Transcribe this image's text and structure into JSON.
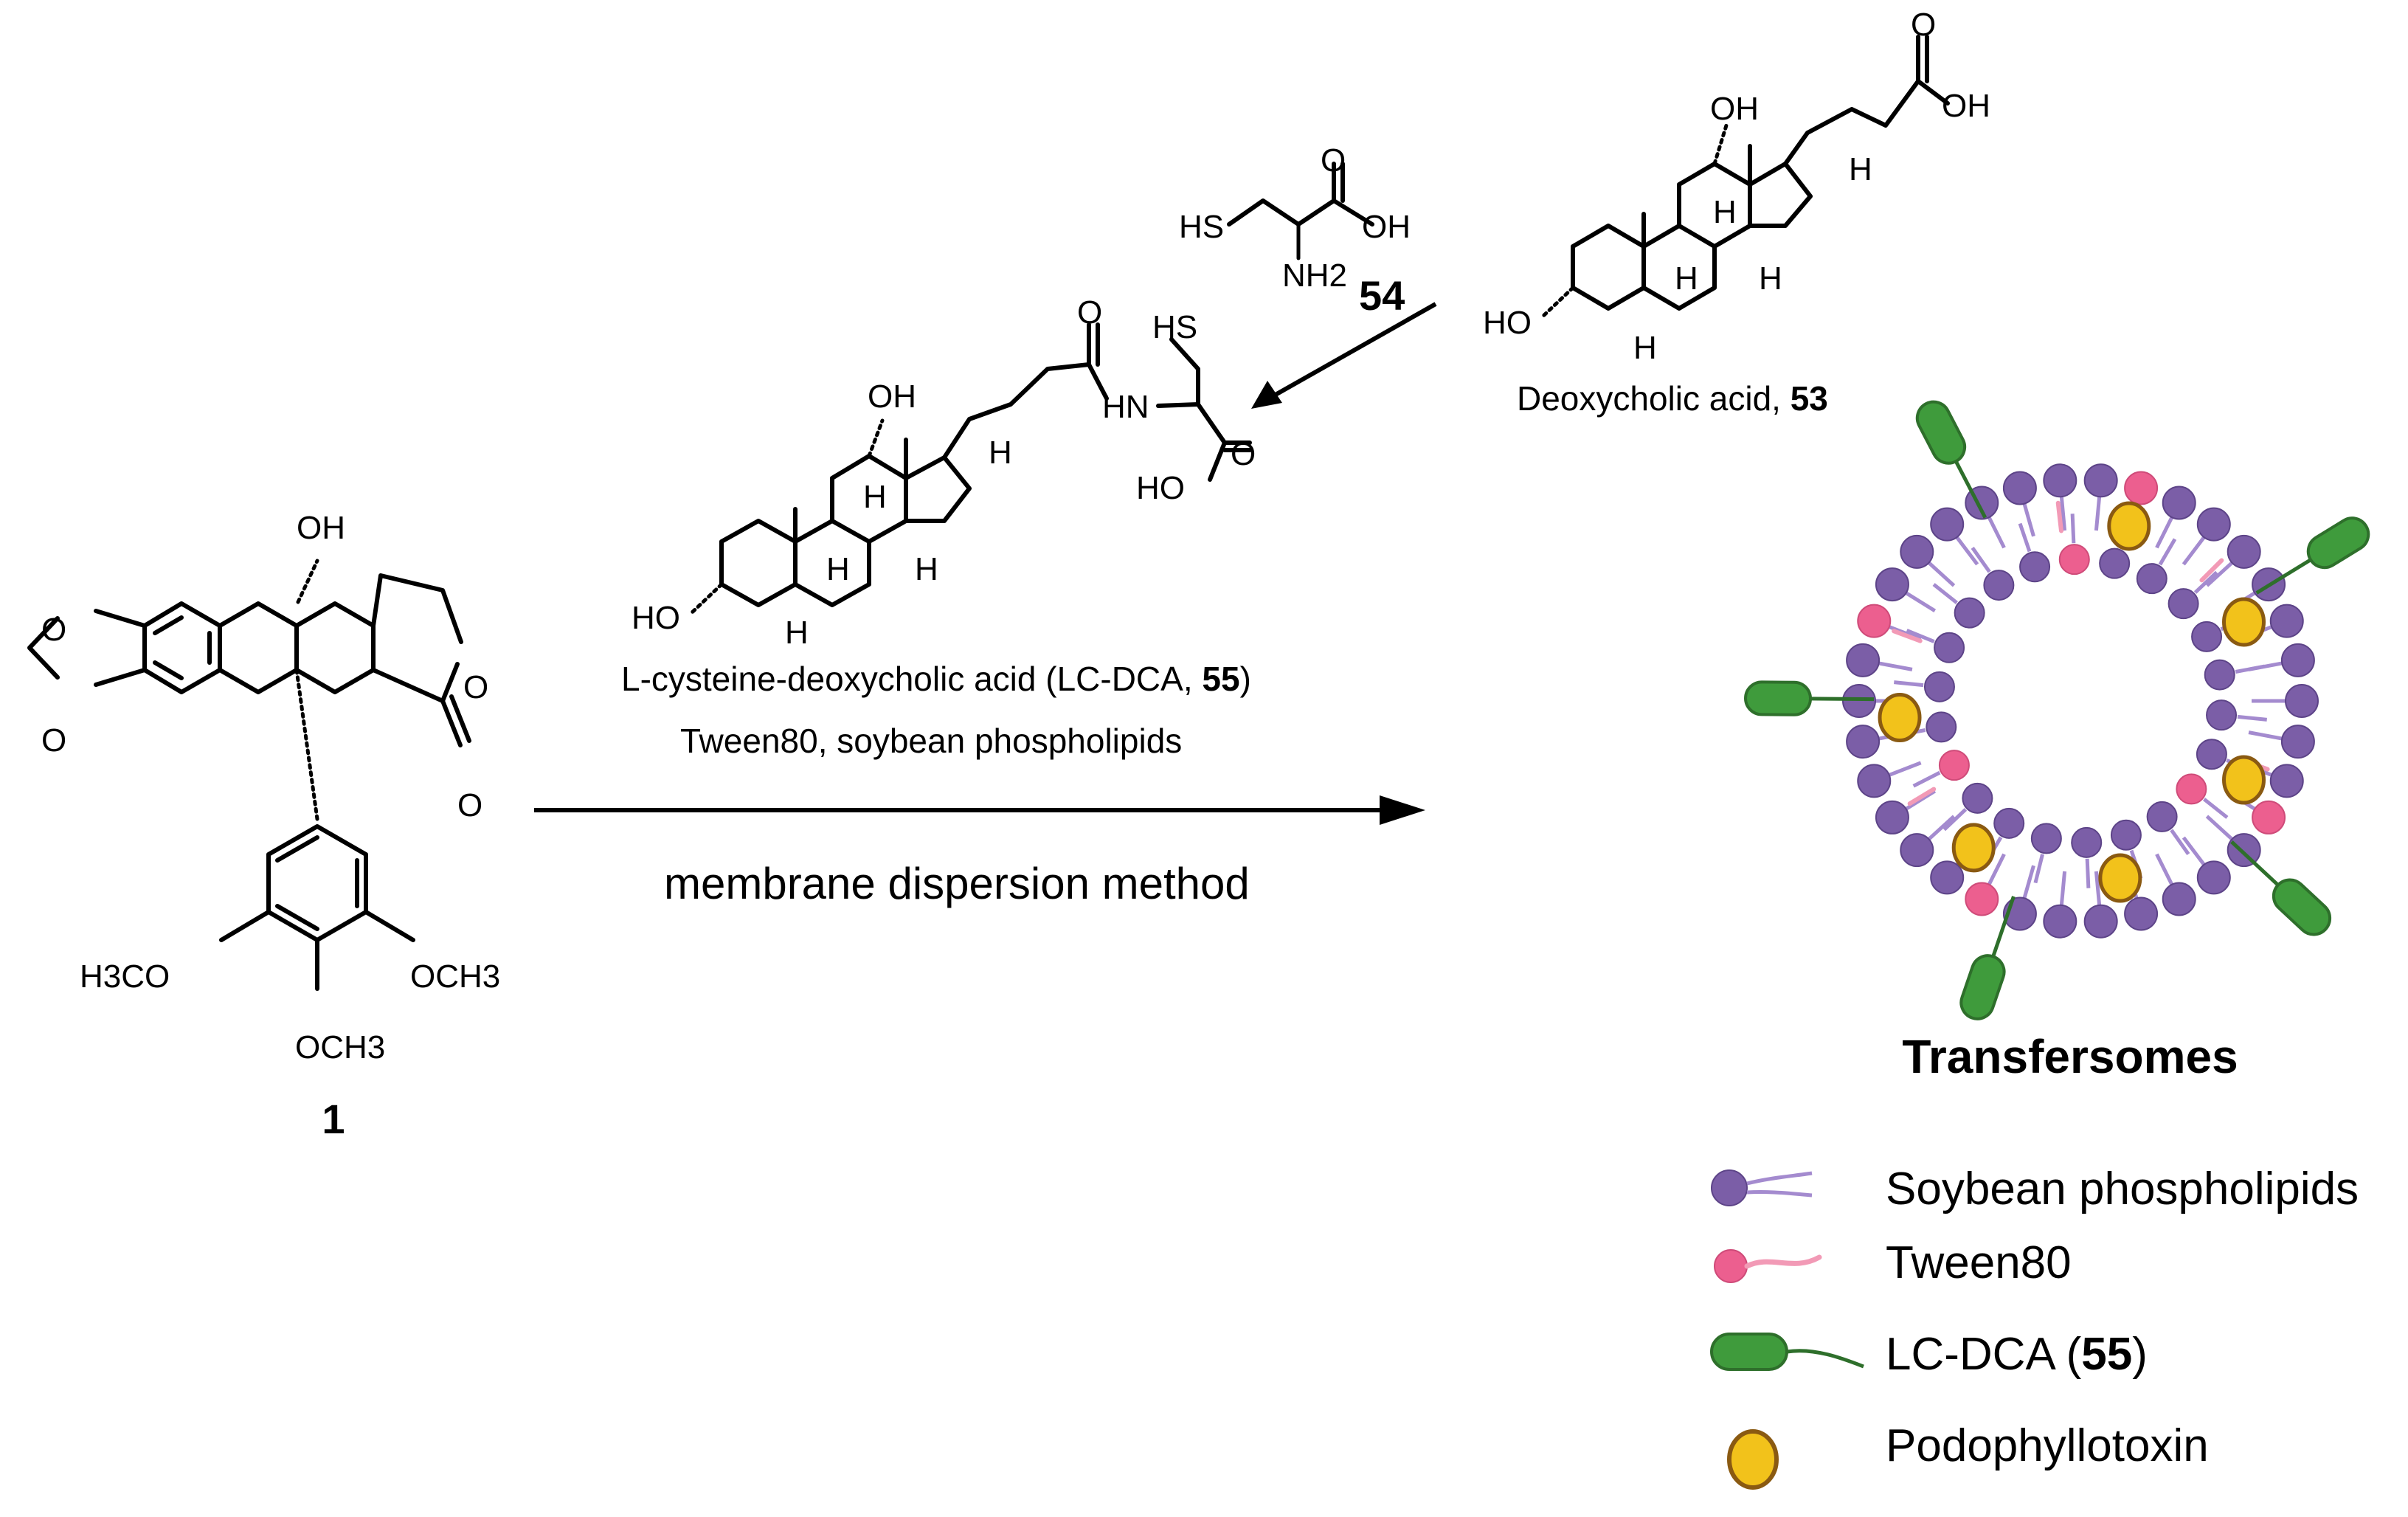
{
  "compounds": {
    "podophyllotoxin": {
      "number": "1",
      "labels": {
        "oh": "OH",
        "o_top": "O",
        "o_bot": "O",
        "o_ring": "O",
        "o_carbonyl": "O",
        "h3co": "H3CO",
        "och3_right": "OCH3",
        "och3_bottom": "OCH3"
      }
    },
    "cysteine": {
      "number": "54",
      "labels": {
        "hs": "HS",
        "oh": "OH",
        "o": "O",
        "nh2": "NH2"
      }
    },
    "deoxycholic_acid": {
      "caption_prefix": "Deoxycholic acid, ",
      "number": "53",
      "labels": {
        "oh_top": "OH",
        "cooh_o": "O",
        "cooh_oh": "OH",
        "h1": "H",
        "h2": "H",
        "h3": "H",
        "h4": "H",
        "h5": "H",
        "ho": "HO"
      }
    },
    "lc_dca": {
      "caption_prefix": "L-cysteine-deoxycholic acid (LC-DCA, ",
      "number": "55",
      "caption_suffix": ")",
      "labels": {
        "oh": "OH",
        "o_amide": "O",
        "hn": "HN",
        "hs": "HS",
        "o_acid": "O",
        "ho_acid": "HO",
        "h1": "H",
        "h2": "H",
        "h3": "H",
        "h4": "H",
        "h5": "H",
        "ho": "HO"
      }
    }
  },
  "reaction": {
    "reagents": "Tween80, soybean phospholipids",
    "method": "membrane dispersion method"
  },
  "transfersome": {
    "title": "Transfersomes"
  },
  "legend": [
    {
      "label": "Soybean phospholipids",
      "icon": "phospholipid-icon",
      "color": "#7b5ea7"
    },
    {
      "label": "Tween80",
      "icon": "tween80-icon",
      "color": "#ec5f8f"
    },
    {
      "label_prefix": "LC-DCA (",
      "label_bold": "55",
      "label_suffix": ")",
      "icon": "lc-dca-icon",
      "color": "#3f9b3c"
    },
    {
      "label": "Podophyllotoxin",
      "icon": "podophyllotoxin-icon",
      "color": "#f2c21b"
    }
  ]
}
